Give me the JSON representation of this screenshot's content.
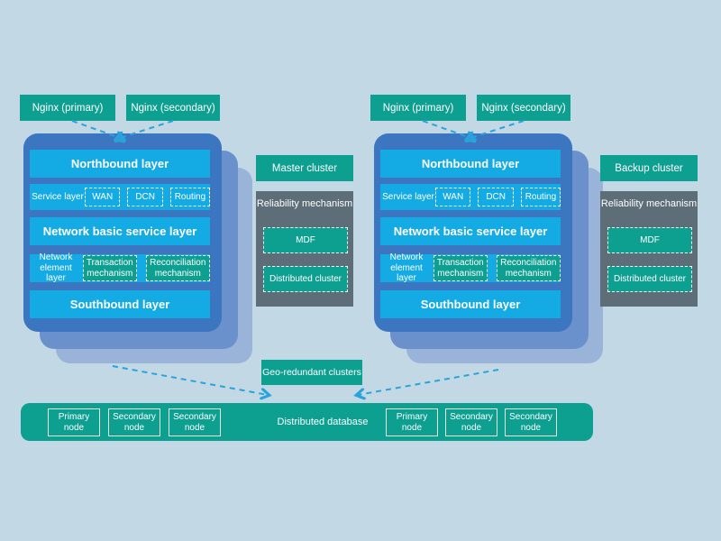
{
  "colors": {
    "background": "#c3d8e5",
    "teal": "#0d9f90",
    "cyan": "#14abe5",
    "card_front": "#3c75c0",
    "card_mid": "#6a91cb",
    "card_back": "#99b3d9",
    "gray": "#5d6e79",
    "arrow": "#29a3dc"
  },
  "clusters": [
    {
      "nginx_primary": "Nginx (primary)",
      "nginx_secondary": "Nginx (secondary)",
      "side_label": "Master cluster",
      "layers": {
        "northbound": "Northbound layer",
        "service_label": "Service layer",
        "service_items": [
          "WAN",
          "DCN",
          "Routing"
        ],
        "basic": "Network basic service layer",
        "element_label": "Network element layer",
        "element_items": [
          "Transaction mechanism",
          "Reconciliation mechanism"
        ],
        "southbound": "Southbound layer"
      },
      "reliability": {
        "title": "Reliability mechanism",
        "items": [
          "MDF",
          "Distributed cluster"
        ]
      }
    },
    {
      "nginx_primary": "Nginx (primary)",
      "nginx_secondary": "Nginx (secondary)",
      "side_label": "Backup cluster",
      "layers": {
        "northbound": "Northbound layer",
        "service_label": "Service layer",
        "service_items": [
          "WAN",
          "DCN",
          "Routing"
        ],
        "basic": "Network basic service layer",
        "element_label": "Network element layer",
        "element_items": [
          "Transaction mechanism",
          "Reconciliation mechanism"
        ],
        "southbound": "Southbound layer"
      },
      "reliability": {
        "title": "Reliability mechanism",
        "items": [
          "MDF",
          "Distributed cluster"
        ]
      }
    }
  ],
  "geo_label": "Geo-redundant clusters",
  "database": {
    "label": "Distributed database",
    "left_nodes": [
      "Primary node",
      "Secondary node",
      "Secondary node"
    ],
    "right_nodes": [
      "Primary node",
      "Secondary node",
      "Secondary node"
    ]
  }
}
